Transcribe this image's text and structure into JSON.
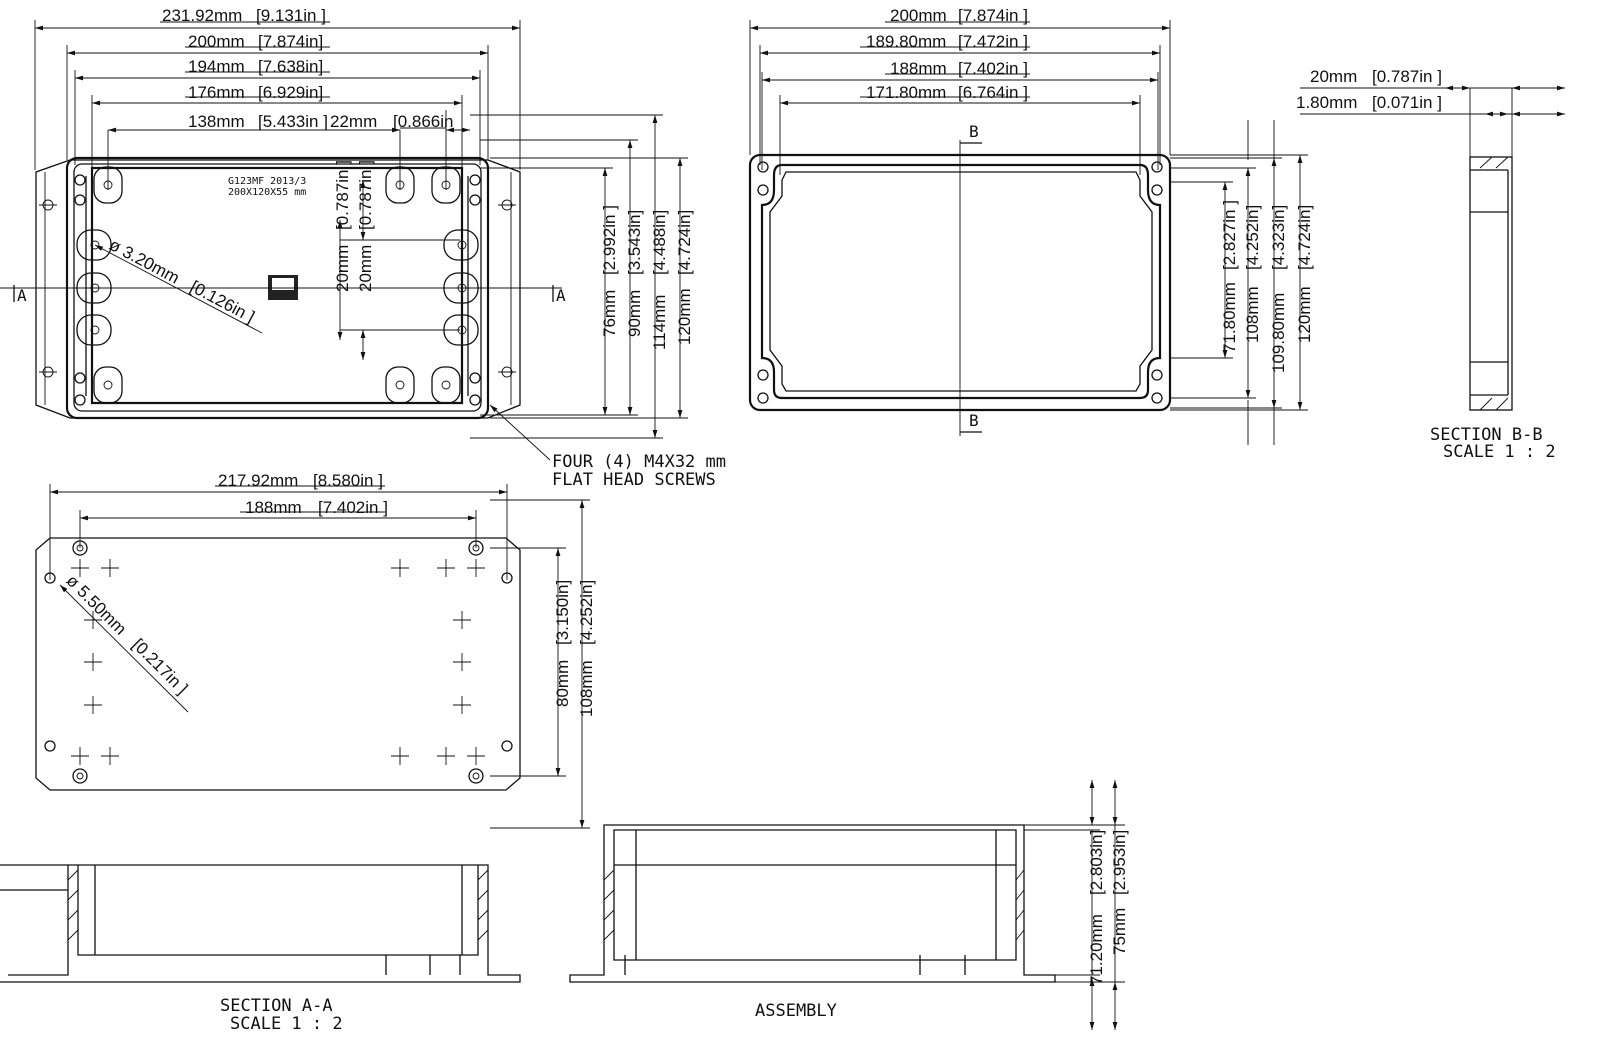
{
  "view_top": {
    "overall_w": {
      "mm": "231.92mm",
      "in": "[9.131in ]"
    },
    "w200": {
      "mm": "200mm",
      "in": "[7.874in]"
    },
    "w194": {
      "mm": "194mm",
      "in": "[7.638in]"
    },
    "w176": {
      "mm": "176mm",
      "in": "[6.929in]"
    },
    "w138": {
      "mm": "138mm",
      "in": "[5.433in ]"
    },
    "w22": {
      "mm": "22mm",
      "in": "[0.866in"
    },
    "marking": [
      "G123MF 2013/3",
      "200X120X55 mm"
    ],
    "v20a": {
      "mm": "20mm",
      "in": "[0.787in ]"
    },
    "v20b": {
      "mm": "20mm",
      "in": "[0.787in ]"
    },
    "v76": {
      "mm": "76mm",
      "in": "[2.992in ]"
    },
    "v90": {
      "mm": "90mm",
      "in": "[3.543in]"
    },
    "v114": {
      "mm": "114mm",
      "in": "[4.488in]"
    },
    "v120": {
      "mm": "120mm",
      "in": "[4.724in]"
    },
    "hole_dia": {
      "mm": "ø 3.20mm",
      "in": "[0.126in ]"
    },
    "section_mark": "A",
    "screws_note": [
      "FOUR (4) M4X32 mm",
      "FLAT HEAD SCREWS"
    ]
  },
  "view_lid": {
    "w200": {
      "mm": "200mm",
      "in": "[7.874in ]"
    },
    "w189": {
      "mm": "189.80mm",
      "in": "[7.472in ]"
    },
    "w188": {
      "mm": "188mm",
      "in": "[7.402in ]"
    },
    "w171": {
      "mm": "171.80mm",
      "in": "[6.764in ]"
    },
    "section_mark": "B",
    "v71": {
      "mm": "71.80mm",
      "in": "[2.827in ]"
    },
    "v108": {
      "mm": "108mm",
      "in": "[4.252in]"
    },
    "v109": {
      "mm": "109.80mm",
      "in": "[4.323in]"
    },
    "v120": {
      "mm": "120mm",
      "in": "[4.724in]"
    }
  },
  "view_section_b": {
    "d20": {
      "mm": "20mm",
      "in": "[0.787in ]"
    },
    "d180": {
      "mm": "1.80mm",
      "in": "[0.071in ]"
    },
    "title": "SECTION  B-B",
    "scale": "SCALE 1 : 2"
  },
  "view_bottom": {
    "w217": {
      "mm": "217.92mm",
      "in": "[8.580in ]"
    },
    "w188": {
      "mm": "188mm",
      "in": "[7.402in ]"
    },
    "v80": {
      "mm": "80mm",
      "in": "[3.150in]"
    },
    "v108": {
      "mm": "108mm",
      "in": "[4.252in]"
    },
    "hole_dia": {
      "mm": "ø 5.50mm",
      "in": "[0.217in ]"
    }
  },
  "view_section_a": {
    "title": "SECTION  A-A",
    "scale": "SCALE  1 : 2"
  },
  "view_assembly": {
    "title": "ASSEMBLY",
    "v71": {
      "mm": "71.20mm",
      "in": "[2.803in]"
    },
    "v75": {
      "mm": "75mm",
      "in": "[2.953in]"
    }
  }
}
